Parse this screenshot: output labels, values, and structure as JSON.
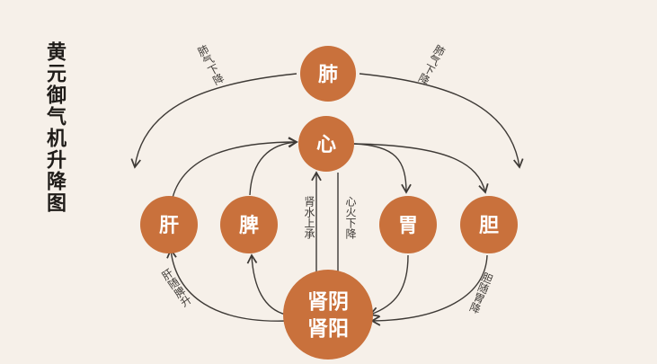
{
  "title": "黄元御气机升降图",
  "colors": {
    "node": "#c9713c",
    "line": "#3e3a36",
    "background": "#f6f0e9"
  },
  "nodes": {
    "lung": "肺",
    "heart": "心",
    "liver": "肝",
    "spleen": "脾",
    "stomach": "胃",
    "gallbladder": "胆",
    "kidney_line1": "肾阴",
    "kidney_line2": "肾阳"
  },
  "labels": {
    "lung_descend_left": "肺气下降",
    "lung_descend_right": "肺气下降",
    "kidney_water_rise": "肾水上承",
    "heart_fire_descend": "心火下降",
    "liver_with_spleen": "肝随脾升",
    "gallbladder_with_stomach": "胆随胃降"
  }
}
